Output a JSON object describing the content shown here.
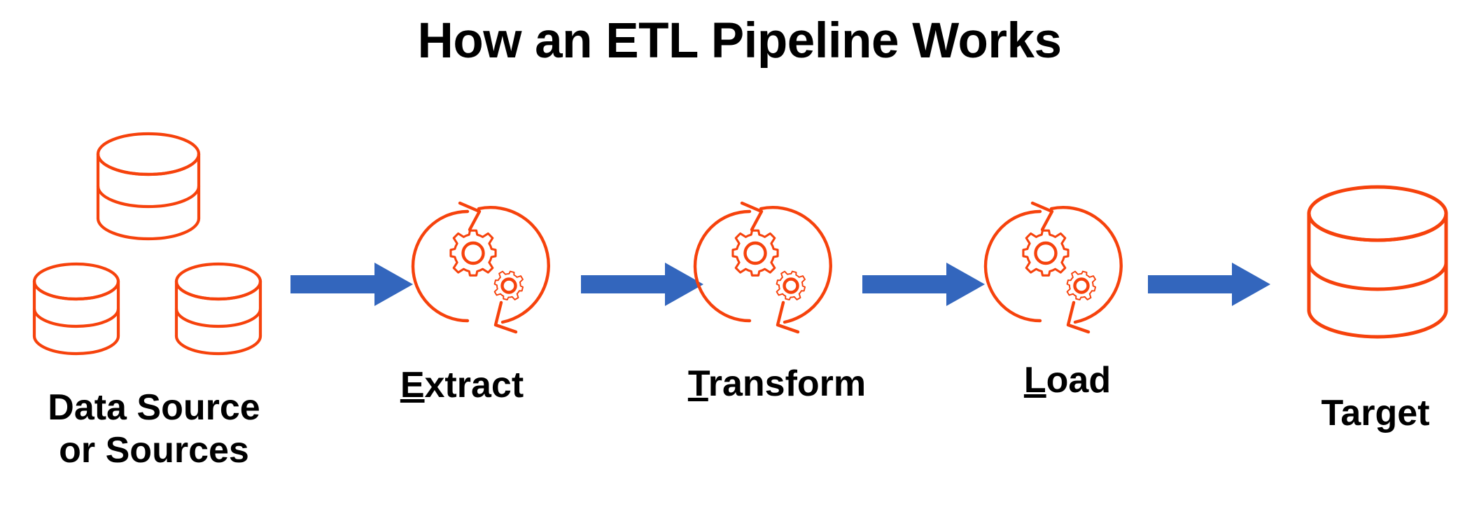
{
  "title": "How an ETL Pipeline Works",
  "colors": {
    "orange": "#F6420C",
    "blue": "#3366BD",
    "text": "#000000",
    "background": "#FFFFFF"
  },
  "diagram": {
    "type": "flow",
    "orientation": "left-to-right",
    "nodes": [
      {
        "id": "data-source",
        "icon": "database-cluster-icon",
        "icon_count": 3,
        "label_line1": "Data Source",
        "label_line2": "or Sources",
        "underlined_initial": ""
      },
      {
        "id": "extract",
        "icon": "gears-cycle-icon",
        "label": "Extract",
        "underlined_initial": "E",
        "label_rest": "xtract"
      },
      {
        "id": "transform",
        "icon": "gears-cycle-icon",
        "label": "Transform",
        "underlined_initial": "T",
        "label_rest": "ransform"
      },
      {
        "id": "load",
        "icon": "gears-cycle-icon",
        "label": "Load",
        "underlined_initial": "L",
        "label_rest": "oad"
      },
      {
        "id": "target",
        "icon": "database-icon",
        "icon_count": 1,
        "label": "Target",
        "underlined_initial": ""
      }
    ],
    "connectors": [
      {
        "id": "arrow-1",
        "from": "data-source",
        "to": "extract",
        "shape": "block-arrow-right"
      },
      {
        "id": "arrow-2",
        "from": "extract",
        "to": "transform",
        "shape": "block-arrow-right"
      },
      {
        "id": "arrow-3",
        "from": "transform",
        "to": "load",
        "shape": "block-arrow-right"
      },
      {
        "id": "arrow-4",
        "from": "load",
        "to": "target",
        "shape": "block-arrow-right"
      }
    ]
  }
}
